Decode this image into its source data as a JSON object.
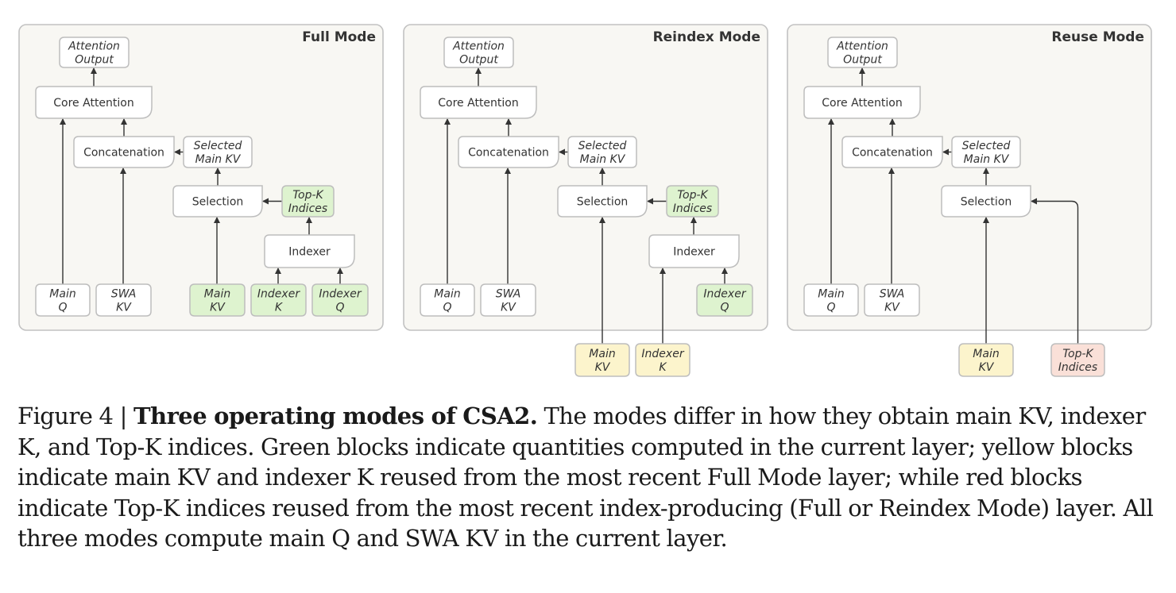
{
  "colors": {
    "panel_fill": "#f8f7f3",
    "node_default": "#ffffff",
    "node_green": "#def3cf",
    "node_yellow": "#fcf4cc",
    "node_red": "#fae0d8",
    "arrow": "#333333"
  },
  "diagram": {
    "panels": [
      {
        "title": "Full Mode",
        "nodes": [
          {
            "id": "out",
            "lines": [
              "Attention",
              "Output"
            ],
            "italic": true,
            "color": "default"
          },
          {
            "id": "core",
            "lines": [
              "Core Attention"
            ],
            "italic": false,
            "color": "default"
          },
          {
            "id": "concat",
            "lines": [
              "Concatenation"
            ],
            "italic": false,
            "color": "default"
          },
          {
            "id": "selkv",
            "lines": [
              "Selected",
              "Main KV"
            ],
            "italic": true,
            "color": "default"
          },
          {
            "id": "select",
            "lines": [
              "Selection"
            ],
            "italic": false,
            "color": "default"
          },
          {
            "id": "topk",
            "lines": [
              "Top-K",
              "Indices"
            ],
            "italic": true,
            "color": "green"
          },
          {
            "id": "indexer",
            "lines": [
              "Indexer"
            ],
            "italic": false,
            "color": "default"
          },
          {
            "id": "mainq",
            "lines": [
              "Main",
              "Q"
            ],
            "italic": true,
            "color": "default"
          },
          {
            "id": "swakv",
            "lines": [
              "SWA",
              "KV"
            ],
            "italic": true,
            "color": "default"
          },
          {
            "id": "mainkv",
            "lines": [
              "Main",
              "KV"
            ],
            "italic": true,
            "color": "green"
          },
          {
            "id": "idxk",
            "lines": [
              "Indexer",
              "K"
            ],
            "italic": true,
            "color": "green"
          },
          {
            "id": "idxq",
            "lines": [
              "Indexer",
              "Q"
            ],
            "italic": true,
            "color": "green"
          }
        ]
      },
      {
        "title": "Reindex Mode",
        "nodes": [
          {
            "id": "out",
            "lines": [
              "Attention",
              "Output"
            ],
            "italic": true,
            "color": "default"
          },
          {
            "id": "core",
            "lines": [
              "Core Attention"
            ],
            "italic": false,
            "color": "default"
          },
          {
            "id": "concat",
            "lines": [
              "Concatenation"
            ],
            "italic": false,
            "color": "default"
          },
          {
            "id": "selkv",
            "lines": [
              "Selected",
              "Main KV"
            ],
            "italic": true,
            "color": "default"
          },
          {
            "id": "select",
            "lines": [
              "Selection"
            ],
            "italic": false,
            "color": "default"
          },
          {
            "id": "topk",
            "lines": [
              "Top-K",
              "Indices"
            ],
            "italic": true,
            "color": "green"
          },
          {
            "id": "indexer",
            "lines": [
              "Indexer"
            ],
            "italic": false,
            "color": "default"
          },
          {
            "id": "mainq",
            "lines": [
              "Main",
              "Q"
            ],
            "italic": true,
            "color": "default"
          },
          {
            "id": "swakv",
            "lines": [
              "SWA",
              "KV"
            ],
            "italic": true,
            "color": "default"
          },
          {
            "id": "idxq",
            "lines": [
              "Indexer",
              "Q"
            ],
            "italic": true,
            "color": "green"
          },
          {
            "id": "extkv",
            "lines": [
              "Main",
              "KV"
            ],
            "italic": true,
            "color": "yellow"
          },
          {
            "id": "extk",
            "lines": [
              "Indexer",
              "K"
            ],
            "italic": true,
            "color": "yellow"
          }
        ]
      },
      {
        "title": "Reuse Mode",
        "nodes": [
          {
            "id": "out",
            "lines": [
              "Attention",
              "Output"
            ],
            "italic": true,
            "color": "default"
          },
          {
            "id": "core",
            "lines": [
              "Core Attention"
            ],
            "italic": false,
            "color": "default"
          },
          {
            "id": "concat",
            "lines": [
              "Concatenation"
            ],
            "italic": false,
            "color": "default"
          },
          {
            "id": "selkv",
            "lines": [
              "Selected",
              "Main KV"
            ],
            "italic": true,
            "color": "default"
          },
          {
            "id": "select",
            "lines": [
              "Selection"
            ],
            "italic": false,
            "color": "default"
          },
          {
            "id": "mainq",
            "lines": [
              "Main",
              "Q"
            ],
            "italic": true,
            "color": "default"
          },
          {
            "id": "swakv",
            "lines": [
              "SWA",
              "KV"
            ],
            "italic": true,
            "color": "default"
          },
          {
            "id": "extkv",
            "lines": [
              "Main",
              "KV"
            ],
            "italic": true,
            "color": "yellow"
          },
          {
            "id": "exttopk",
            "lines": [
              "Top-K",
              "Indices"
            ],
            "italic": true,
            "color": "red"
          }
        ]
      }
    ]
  },
  "caption": {
    "label": "Figure 4 | ",
    "title": "Three operating modes of CSA2.",
    "body": " The modes differ in how they obtain main KV, indexer K, and Top-K indices. Green blocks indicate quantities computed in the current layer; yellow blocks indicate main KV and indexer K reused from the most recent Full Mode layer; while red blocks indicate Top-K indices reused from the most recent index-producing (Full or Reindex Mode) layer. All three modes compute main Q and SWA KV in the current layer."
  }
}
